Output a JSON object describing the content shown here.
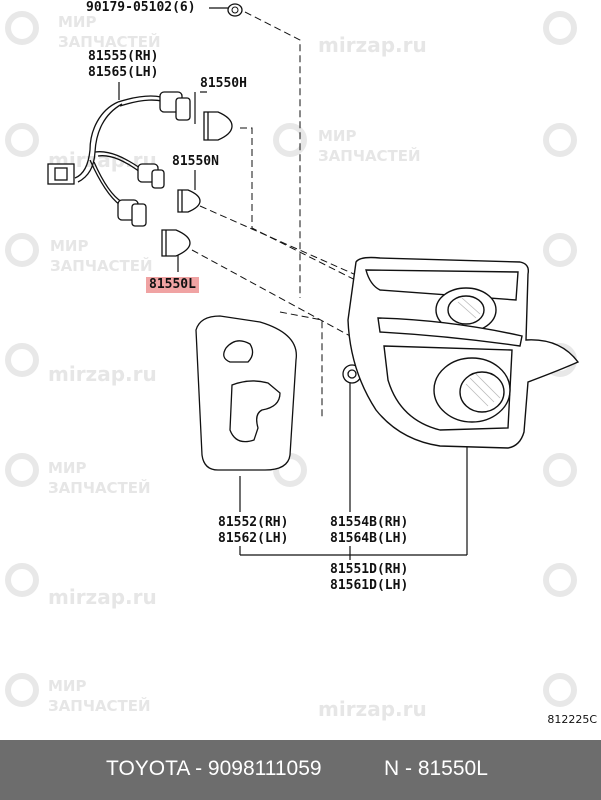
{
  "watermark": {
    "line1": "МИР",
    "line2": "ЗАПЧАСТЕЙ",
    "site": "mirzap.ru"
  },
  "parts": {
    "clip": "90179-05102(6)",
    "socket_rh": "81555(RH)",
    "socket_lh": "81565(LH)",
    "bulb_h": "81550H",
    "bulb_n": "81550N",
    "bulb_l": "81550L",
    "gasket_rh": "81552(RH)",
    "gasket_lh": "81562(LH)",
    "cushion_rh": "81554B(RH)",
    "cushion_lh": "81564B(LH)",
    "lamp_rh": "81551D(RH)",
    "lamp_lh": "81561D(LH)"
  },
  "diagram_ref": "812225C",
  "footer": {
    "part_info": "TOYOTA - 9098111059",
    "part_ref": "N - 81550L"
  },
  "colors": {
    "footer_bg": "#6d6d6d",
    "highlight": "#f0a3a3",
    "watermark": "#e6e6e6"
  }
}
